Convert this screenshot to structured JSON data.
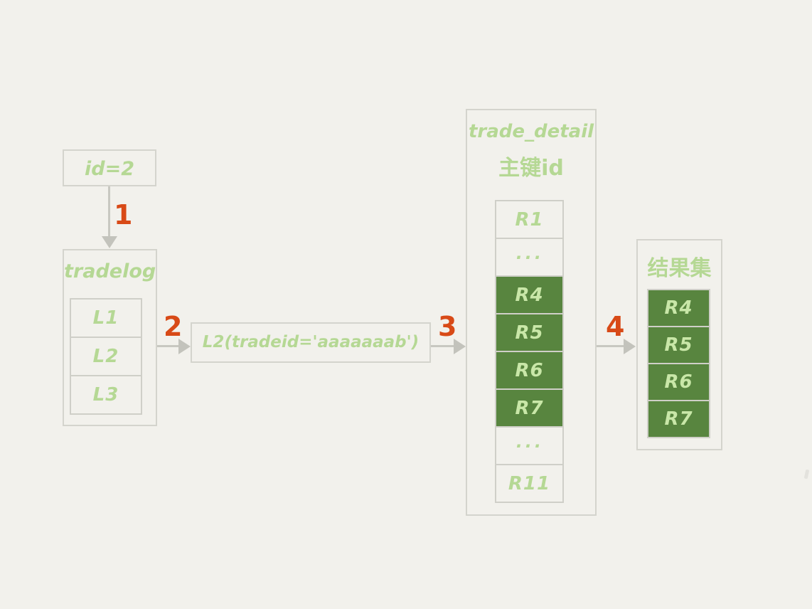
{
  "diagram_title": "tradelog join trade_detail index lookup flow",
  "colors": {
    "background": "#f2f1ec",
    "box_border": "#d4d4cd",
    "light_green_text": "#b5d894",
    "highlight_green": "#58853f",
    "highlight_text": "#c9e7a8",
    "step_orange": "#d84a17",
    "arrow_gray": "#c8c8c1"
  },
  "id_box": {
    "label": "id=2"
  },
  "steps": {
    "one": "1",
    "two": "2",
    "three": "3",
    "four": "4"
  },
  "tradelog": {
    "title": "tradelog",
    "rows": [
      {
        "label": "L1"
      },
      {
        "label": "L2"
      },
      {
        "label": "L3"
      }
    ]
  },
  "query_box": {
    "label": "L2(tradeid='aaaaaaab')"
  },
  "trade_detail": {
    "title": "trade_detail",
    "subtitle": "主键id",
    "rows": [
      {
        "label": "R1",
        "highlight": false
      },
      {
        "label": "···",
        "highlight": false
      },
      {
        "label": "R4",
        "highlight": true
      },
      {
        "label": "R5",
        "highlight": true
      },
      {
        "label": "R6",
        "highlight": true
      },
      {
        "label": "R7",
        "highlight": true
      },
      {
        "label": "···",
        "highlight": false
      },
      {
        "label": "R11",
        "highlight": false
      }
    ]
  },
  "result_set": {
    "title": "结果集",
    "rows": [
      {
        "label": "R4"
      },
      {
        "label": "R5"
      },
      {
        "label": "R6"
      },
      {
        "label": "R7"
      }
    ]
  }
}
